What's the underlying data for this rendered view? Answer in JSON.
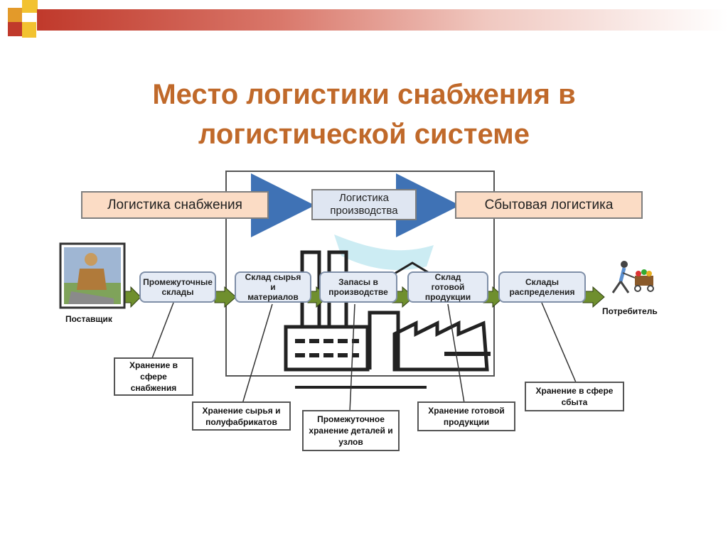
{
  "title": {
    "line1": "Место логистики снабжения в",
    "line2": "логистической системе"
  },
  "bands": {
    "supply": "Логистика снабжения",
    "production": "Логистика производства",
    "sales": "Сбытовая логистика"
  },
  "actors": {
    "supplier": "Поставщик",
    "consumer": "Потребитель"
  },
  "stages": [
    "Промежуточные склады",
    "Склад сырья и материалов",
    "Запасы в производстве",
    "Склад готовой продукции",
    "Склады распределения"
  ],
  "notes": [
    "Хранение в сфере снабжения",
    "Хранение сырья и полуфабрикатов",
    "Промежуточное хранение деталей и узлов",
    "Хранение готовой продукции",
    "Хранение в сфере сбыта"
  ],
  "colors": {
    "title": "#c0692a",
    "band_fill": "#fbdcc5",
    "band_mid_fill": "#dfe6f2",
    "stage_fill": "#e5ebf5",
    "flow_arrow": "#6f8f2e",
    "band_arrow": "#3f72b5"
  }
}
